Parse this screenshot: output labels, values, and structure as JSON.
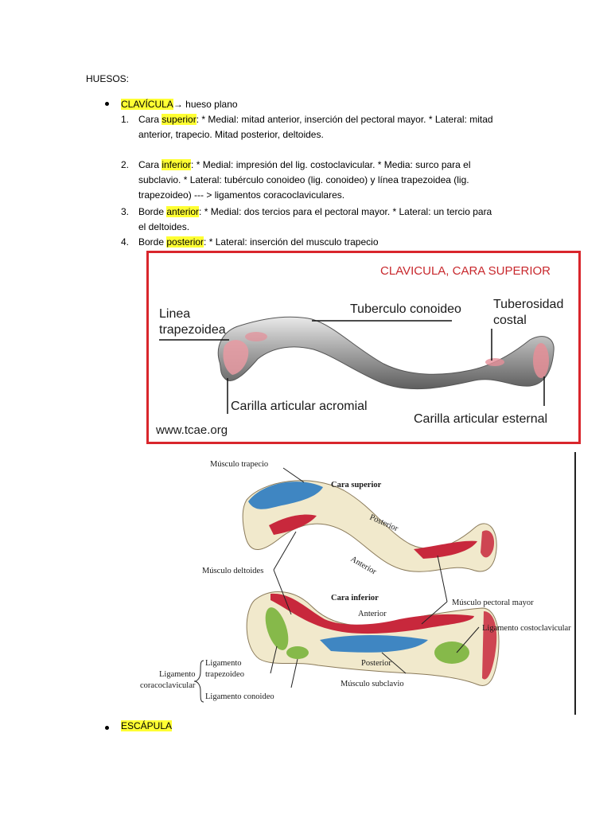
{
  "heading": "HUESOS:",
  "clavicula": {
    "title": "CLAVÍCULA",
    "arrow": "→",
    "suffix": " hueso plano",
    "items": [
      {
        "num": "1.",
        "lines": [
          {
            "pre": "Cara ",
            "hl": "superior",
            "post": ": * Medial: mitad anterior, inserción del pectoral mayor. * Lateral: mitad"
          },
          {
            "pre": "anterior, trapecio. Mitad posterior, deltoides.",
            "hl": "",
            "post": ""
          }
        ]
      },
      {
        "num": "2.",
        "lines": [
          {
            "pre": "Cara ",
            "hl": "inferior",
            "post": ": * Medial: impresión del lig. costoclavicular. * Media: surco para el"
          },
          {
            "pre": "subclavio. * Lateral: tubérculo conoideo (lig. conoideo) y línea trapezoidea (lig.",
            "hl": "",
            "post": ""
          },
          {
            "pre": "trapezoideo) --- > ligamentos coracoclaviculares.",
            "hl": "",
            "post": ""
          }
        ]
      },
      {
        "num": "3.",
        "lines": [
          {
            "pre": "Borde ",
            "hl": "anterior",
            "post": ": * Medial: dos tercios para el pectoral mayor. * Lateral: un tercio para"
          },
          {
            "pre": "el deltoides.",
            "hl": "",
            "post": ""
          }
        ]
      },
      {
        "num": "4.",
        "lines": [
          {
            "pre": "Borde ",
            "hl": "posterior",
            "post": ": * Lateral: inserción del musculo trapecio"
          }
        ]
      }
    ]
  },
  "figure1": {
    "title": "CLAVICULA, CARA SUPERIOR",
    "linea": [
      "Linea",
      "trapezoidea"
    ],
    "tuberculo": "Tuberculo conoideo",
    "tuberosidad": [
      "Tuberosidad",
      "costal"
    ],
    "acromial": "Carilla articular acromial",
    "esternal": "Carilla articular esternal",
    "website": "www.tcae.org",
    "border_color": "#d9262c",
    "title_color": "#c8282d"
  },
  "figure2": {
    "musculo_trapecio": "Músculo trapecio",
    "cara_superior": "Cara superior",
    "posterior_top": "Posterior",
    "anterior_top": "Anterior",
    "musculo_deltoides": "Músculo deltoides",
    "cara_inferior": "Cara inferior",
    "anterior_bottom": "Anterior",
    "musculo_pectoral": "Músculo pectoral mayor",
    "ligamento_costoclavicular": "Ligamento costoclavicular",
    "ligamento_coracoclavicular": [
      "Ligamento",
      "coracoclavicular"
    ],
    "ligamento_trapezoideo": [
      "Ligamento",
      "trapezoideo"
    ],
    "ligamento_conoideo": "Ligamento conoideo",
    "posterior_bottom": "Posterior",
    "musculo_subclavio": "Músculo subclavio"
  },
  "escapula": "ESCÁPULA"
}
